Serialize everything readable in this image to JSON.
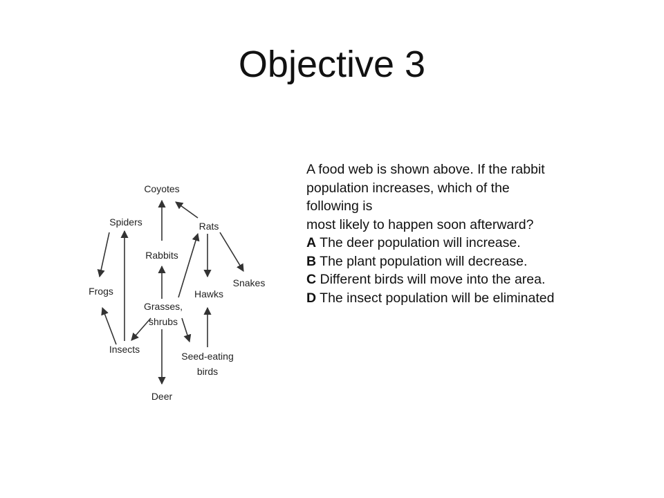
{
  "slide": {
    "title": "Objective 3"
  },
  "food_web": {
    "nodes": {
      "coyotes": "Coyotes",
      "spiders": "Spiders",
      "rats": "Rats",
      "rabbits": "Rabbits",
      "frogs": "Frogs",
      "hawks": "Hawks",
      "snakes": "Snakes",
      "grasses_1": "Grasses,",
      "grasses_2": "shrubs",
      "insects": "Insects",
      "seed_birds_1": "Seed-eating",
      "seed_birds_2": "birds",
      "deer": "Deer"
    }
  },
  "question": {
    "stem_lines": [
      "A food web is shown above. If the rabbit",
      "population increases, which of the",
      "following is",
      "most likely to happen soon afterward?"
    ],
    "options": [
      {
        "letter": "A",
        "text": " The deer population will increase."
      },
      {
        "letter": "B",
        "text": " The plant population will decrease."
      },
      {
        "letter": "C",
        "text": " Different birds will move into the area."
      },
      {
        "letter": "D",
        "text": " The insect population will be eliminated"
      }
    ]
  }
}
